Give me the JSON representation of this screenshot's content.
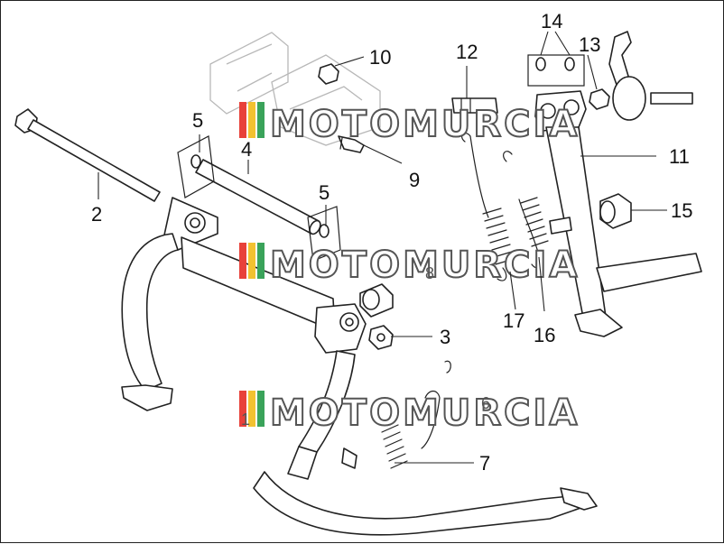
{
  "diagram": {
    "callouts": [
      {
        "id": "c1",
        "label": "1"
      },
      {
        "id": "c2",
        "label": "2"
      },
      {
        "id": "c3",
        "label": "3"
      },
      {
        "id": "c4",
        "label": "4"
      },
      {
        "id": "c5a",
        "label": "5"
      },
      {
        "id": "c5b",
        "label": "5"
      },
      {
        "id": "c6",
        "label": "6"
      },
      {
        "id": "c7",
        "label": "7"
      },
      {
        "id": "c8",
        "label": "8"
      },
      {
        "id": "c9",
        "label": "9"
      },
      {
        "id": "c10",
        "label": "10"
      },
      {
        "id": "c11",
        "label": "11"
      },
      {
        "id": "c12",
        "label": "12"
      },
      {
        "id": "c13",
        "label": "13"
      },
      {
        "id": "c14",
        "label": "14"
      },
      {
        "id": "c15",
        "label": "15"
      },
      {
        "id": "c16",
        "label": "16"
      },
      {
        "id": "c17",
        "label": "17"
      }
    ]
  },
  "watermark": {
    "text": "MOTOMURCIA",
    "flag_colors": [
      "#e8413a",
      "#f2c230",
      "#3aa35a"
    ]
  }
}
